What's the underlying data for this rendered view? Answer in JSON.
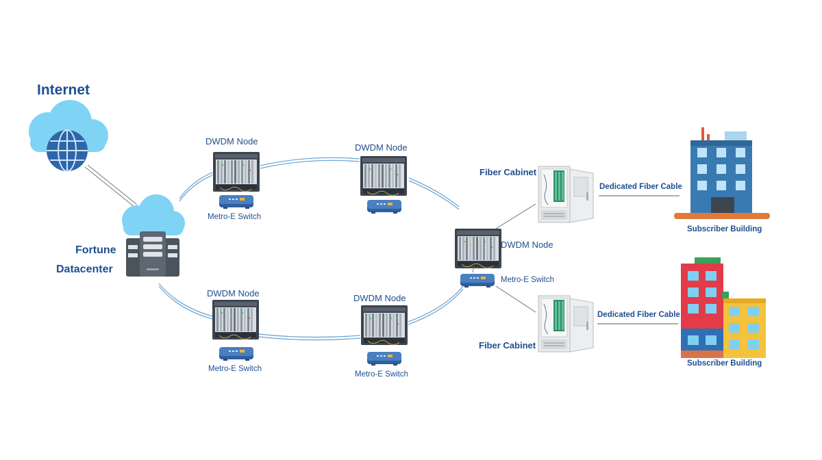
{
  "colors": {
    "label": "#1f4e8c",
    "cloud": "#7fd3f5",
    "globe": "#2e66a8",
    "fiber": "#6fa8d6",
    "switch": "#2f5f9e",
    "server": "#5d6671",
    "cabinet": "#e9ecee"
  },
  "internet": {
    "label": "Internet",
    "icon": "globe-cloud-icon"
  },
  "datacenter": {
    "label_line1": "Fortune",
    "label_line2": "Datacenter",
    "icon": "datacenter-cloud-server-icon"
  },
  "nodes": {
    "top_left": {
      "label": "DWDM Node",
      "switch_label": "Metro-E Switch"
    },
    "top_mid": {
      "label": "DWDM Node"
    },
    "bottom_left": {
      "label": "DWDM Node",
      "switch_label": "Metro-E Switch"
    },
    "bottom_mid": {
      "label": "DWDM Node",
      "switch_label": "Metro-E Switch"
    },
    "right": {
      "label": "DWDM Node",
      "switch_label": "Metro-E Switch"
    }
  },
  "cabinets": {
    "upper": {
      "label": "Fiber Cabinet",
      "cable_label": "Dedicated Fiber Cable"
    },
    "lower": {
      "label": "Fiber Cabinet",
      "cable_label": "Dedicated Fiber Cable"
    }
  },
  "buildings": {
    "upper": {
      "label": "Subscriber Building"
    },
    "lower": {
      "label": "Subscriber Building"
    }
  }
}
